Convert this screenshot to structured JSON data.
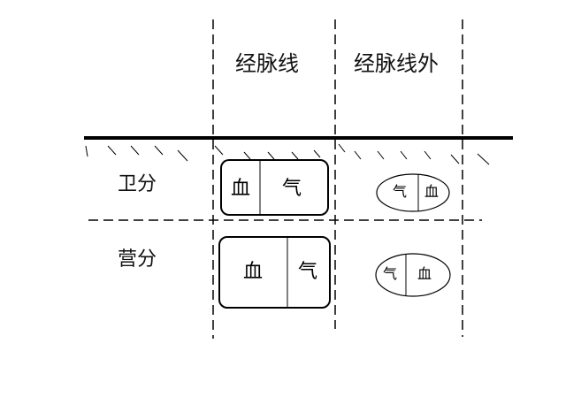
{
  "columns": {
    "meridian": "经脉线",
    "outside": "经脉线外"
  },
  "rows": {
    "wei": "卫分",
    "ying": "营分"
  },
  "wei_inside": {
    "left": "血",
    "right": "气"
  },
  "ying_inside": {
    "left": "血",
    "right": "气"
  },
  "wei_outside": {
    "left": "气",
    "right": "血"
  },
  "ying_outside": {
    "left": "气",
    "right": "血"
  }
}
